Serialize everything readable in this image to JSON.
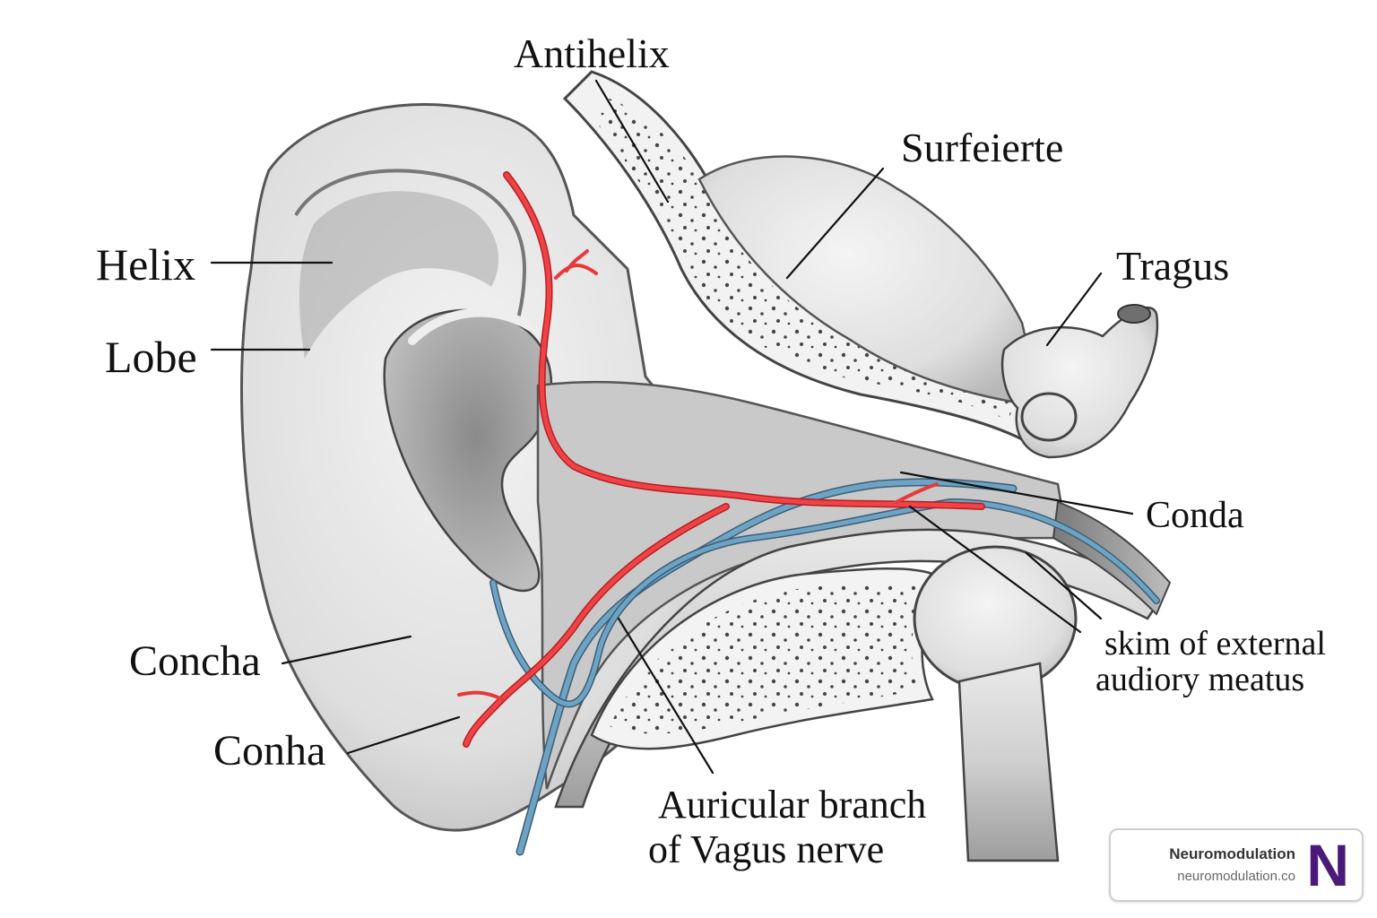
{
  "labels": {
    "antihelix": "Antihelix",
    "surfeierte": "Surfeierte",
    "tragus": "Tragus",
    "helix": "Helix",
    "lobe": "Lobe",
    "conda": "Conda",
    "skim_line1": "skim of external",
    "skim_line2": "audiory meatus",
    "concha": "Concha",
    "conha": "Conha",
    "vagus_line1": "Auricular branch",
    "vagus_line2": "of Vagus nerve"
  },
  "badge": {
    "name": "Neuromodulation",
    "url": "neuromodulation.co",
    "letter": "N"
  },
  "colors": {
    "artery": "#e8383b",
    "nerve": "#5f93b5",
    "brand": "#4b1a78"
  }
}
